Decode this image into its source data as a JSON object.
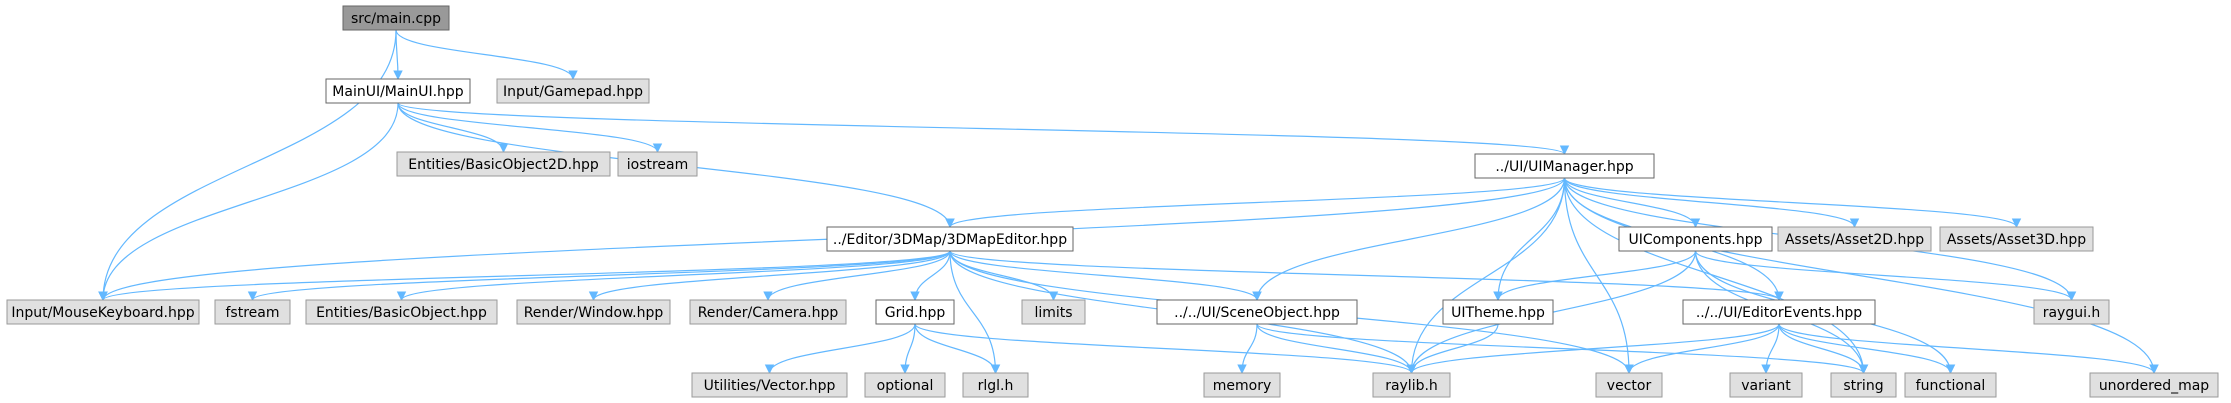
{
  "colors": {
    "edge": "#63b8ff",
    "root_fill": "#999999",
    "documented_fill": "#ffffff",
    "external_fill": "#e0e0e0",
    "border_dark": "#666666",
    "border_light": "#999999"
  },
  "nodes": [
    {
      "id": "main",
      "label": "src/main.cpp",
      "kind": "root"
    },
    {
      "id": "mainui",
      "label": "MainUI/MainUI.hpp",
      "kind": "documented"
    },
    {
      "id": "gamepad",
      "label": "Input/Gamepad.hpp",
      "kind": "external"
    },
    {
      "id": "bo2d",
      "label": "Entities/BasicObject2D.hpp",
      "kind": "external"
    },
    {
      "id": "iostream",
      "label": "iostream",
      "kind": "external"
    },
    {
      "id": "uimanager",
      "label": "../UI/UIManager.hpp",
      "kind": "documented"
    },
    {
      "id": "mapeditor",
      "label": "../Editor/3DMap/3DMapEditor.hpp",
      "kind": "documented"
    },
    {
      "id": "uicomponents",
      "label": "UIComponents.hpp",
      "kind": "documented"
    },
    {
      "id": "asset2d",
      "label": "Assets/Asset2D.hpp",
      "kind": "external"
    },
    {
      "id": "asset3d",
      "label": "Assets/Asset3D.hpp",
      "kind": "external"
    },
    {
      "id": "mousekb",
      "label": "Input/MouseKeyboard.hpp",
      "kind": "external"
    },
    {
      "id": "fstream",
      "label": "fstream",
      "kind": "external"
    },
    {
      "id": "basicobject",
      "label": "Entities/BasicObject.hpp",
      "kind": "external"
    },
    {
      "id": "window",
      "label": "Render/Window.hpp",
      "kind": "external"
    },
    {
      "id": "camera",
      "label": "Render/Camera.hpp",
      "kind": "external"
    },
    {
      "id": "grid",
      "label": "Grid.hpp",
      "kind": "documented"
    },
    {
      "id": "limits",
      "label": "limits",
      "kind": "external"
    },
    {
      "id": "sceneobject",
      "label": "../../UI/SceneObject.hpp",
      "kind": "documented"
    },
    {
      "id": "uitheme",
      "label": "UITheme.hpp",
      "kind": "documented"
    },
    {
      "id": "editorevents",
      "label": "../../UI/EditorEvents.hpp",
      "kind": "documented"
    },
    {
      "id": "raygui",
      "label": "raygui.h",
      "kind": "external"
    },
    {
      "id": "vecutil",
      "label": "Utilities/Vector.hpp",
      "kind": "external"
    },
    {
      "id": "optional",
      "label": "optional",
      "kind": "external"
    },
    {
      "id": "rlgl",
      "label": "rlgl.h",
      "kind": "external"
    },
    {
      "id": "memory",
      "label": "memory",
      "kind": "external"
    },
    {
      "id": "raylib",
      "label": "raylib.h",
      "kind": "external"
    },
    {
      "id": "vector",
      "label": "vector",
      "kind": "external"
    },
    {
      "id": "variant",
      "label": "variant",
      "kind": "external"
    },
    {
      "id": "string",
      "label": "string",
      "kind": "external"
    },
    {
      "id": "functional",
      "label": "functional",
      "kind": "external"
    },
    {
      "id": "unordered_map",
      "label": "unordered_map",
      "kind": "external"
    }
  ],
  "edges": [
    [
      "main",
      "mainui"
    ],
    [
      "main",
      "gamepad"
    ],
    [
      "main",
      "mousekb"
    ],
    [
      "mainui",
      "bo2d"
    ],
    [
      "mainui",
      "iostream"
    ],
    [
      "mainui",
      "uimanager"
    ],
    [
      "mainui",
      "mapeditor"
    ],
    [
      "mainui",
      "mousekb"
    ],
    [
      "uimanager",
      "mapeditor"
    ],
    [
      "uimanager",
      "uicomponents"
    ],
    [
      "uimanager",
      "asset2d"
    ],
    [
      "uimanager",
      "asset3d"
    ],
    [
      "uimanager",
      "mousekb"
    ],
    [
      "uimanager",
      "sceneobject"
    ],
    [
      "uimanager",
      "uitheme"
    ],
    [
      "uimanager",
      "editorevents"
    ],
    [
      "uimanager",
      "raygui"
    ],
    [
      "uimanager",
      "raylib"
    ],
    [
      "uimanager",
      "vector"
    ],
    [
      "uimanager",
      "string"
    ],
    [
      "uimanager",
      "unordered_map"
    ],
    [
      "mapeditor",
      "mousekb"
    ],
    [
      "mapeditor",
      "fstream"
    ],
    [
      "mapeditor",
      "basicobject"
    ],
    [
      "mapeditor",
      "window"
    ],
    [
      "mapeditor",
      "camera"
    ],
    [
      "mapeditor",
      "grid"
    ],
    [
      "mapeditor",
      "limits"
    ],
    [
      "mapeditor",
      "sceneobject"
    ],
    [
      "mapeditor",
      "editorevents"
    ],
    [
      "mapeditor",
      "rlgl"
    ],
    [
      "mapeditor",
      "raylib"
    ],
    [
      "mapeditor",
      "vector"
    ],
    [
      "uicomponents",
      "uitheme"
    ],
    [
      "uicomponents",
      "raygui"
    ],
    [
      "uicomponents",
      "raylib"
    ],
    [
      "uicomponents",
      "string"
    ],
    [
      "uicomponents",
      "functional"
    ],
    [
      "grid",
      "vecutil"
    ],
    [
      "grid",
      "optional"
    ],
    [
      "grid",
      "rlgl"
    ],
    [
      "grid",
      "raylib"
    ],
    [
      "sceneobject",
      "memory"
    ],
    [
      "sceneobject",
      "raylib"
    ],
    [
      "sceneobject",
      "string"
    ],
    [
      "uitheme",
      "raylib"
    ],
    [
      "editorevents",
      "raylib"
    ],
    [
      "editorevents",
      "vector"
    ],
    [
      "editorevents",
      "variant"
    ],
    [
      "editorevents",
      "string"
    ],
    [
      "editorevents",
      "functional"
    ],
    [
      "editorevents",
      "unordered_map"
    ]
  ]
}
